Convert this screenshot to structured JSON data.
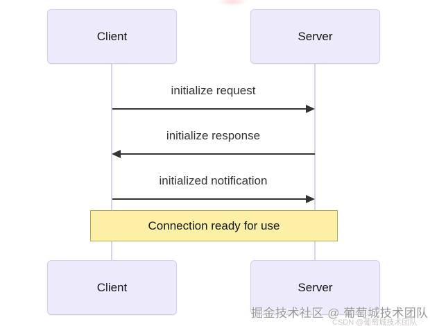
{
  "diagram": {
    "type": "sequence",
    "actors": {
      "client": "Client",
      "server": "Server"
    },
    "messages": [
      {
        "label": "initialize request",
        "from": "Client",
        "to": "Server",
        "direction": "right",
        "line_style": "solid"
      },
      {
        "label": "initialize response",
        "from": "Server",
        "to": "Client",
        "direction": "left",
        "line_style": "solid"
      },
      {
        "label": "initialized notification",
        "from": "Client",
        "to": "Server",
        "direction": "right",
        "line_style": "solid"
      }
    ],
    "note": {
      "text": "Connection ready for use",
      "spans": [
        "Client",
        "Server"
      ]
    }
  },
  "watermarks": {
    "primary": "掘金技术社区 @ 葡萄城技术团队",
    "secondary": "CSDN @葡萄城技术团队"
  },
  "colors": {
    "background": "#FFFFFF",
    "actor_fill": "#ECEAFB",
    "actor_border": "#D2CEED",
    "lifeline": "#D7D4E9",
    "arrow": "#333333",
    "message_text": "#333333",
    "actor_text": "#141414",
    "note_fill": "#FBF0A6",
    "note_border": "#A9AB57",
    "watermark_primary": "#9A979C",
    "watermark_secondary": "#CFC8C8"
  }
}
